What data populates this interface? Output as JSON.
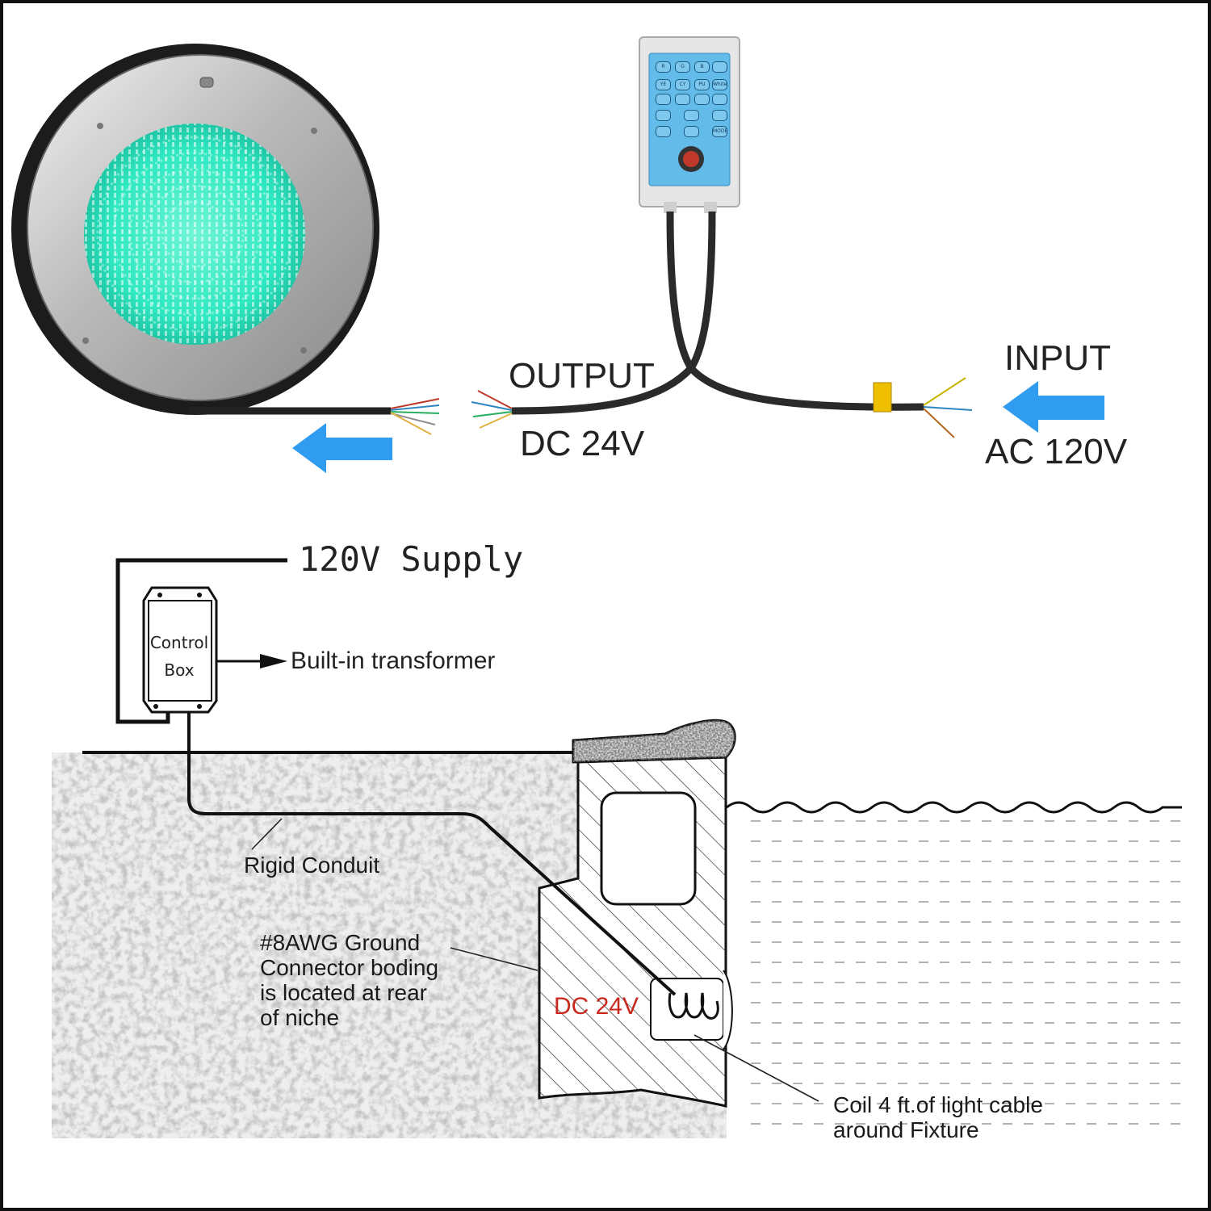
{
  "top": {
    "output_label": "OUTPUT",
    "output_voltage": "DC 24V",
    "input_label": "INPUT",
    "input_voltage": "AC 120V",
    "remote_buttons": [
      "R",
      "G",
      "B",
      "",
      "YE",
      "CY",
      "PU",
      "White",
      "",
      "",
      "",
      "",
      "",
      "",
      "",
      "",
      "",
      "",
      "",
      "MODE"
    ]
  },
  "diagram": {
    "supply_label": "120V Supply",
    "control_box_line1": "Control",
    "control_box_line2": "Box",
    "transformer_label": "Built-in transformer",
    "conduit_label": "Rigid Conduit",
    "ground_lines": [
      "#8AWG Ground",
      "Connector boding",
      "is located at rear",
      "of niche"
    ],
    "niche_voltage": "DC 24V",
    "coil_lines": [
      "Coil 4 ft.of light cable",
      "around Fixture"
    ]
  },
  "colors": {
    "arrow": "#2f9cf0",
    "led": "#2ee8c0",
    "controller": "#63bbea",
    "warning": "#c8281e"
  }
}
